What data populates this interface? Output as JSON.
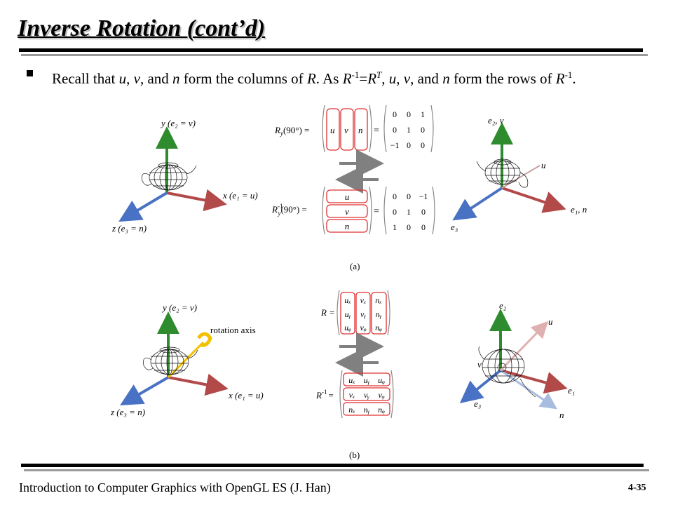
{
  "slide": {
    "title": "Inverse Rotation (cont’d)",
    "bullet": {
      "t1": "Recall that ",
      "u": "u",
      "c1": ", ",
      "v": "v",
      "c2": ", and ",
      "n": "n",
      "t2": " form the columns of ",
      "R": "R",
      "t3": ". As ",
      "R2": "R",
      "sup_inv": "-1",
      "eq": "=",
      "R3": "R",
      "sup_T": "T",
      "c3": ", ",
      "u2": "u",
      "c4": ", ",
      "v2": "v",
      "c5": ", and ",
      "n2": "n",
      "t4": " form the rows of ",
      "R4": "R",
      "sup_inv2": "-1",
      "end": "."
    }
  },
  "figure": {
    "a": {
      "caption": "(a)",
      "left_axes": {
        "y": "y (e₂ = v)",
        "x": "x (e₁ = u)",
        "z": "z (e₃ = n)"
      },
      "rot_lhs": "R",
      "rot_sub": "y",
      "rot_arg": "(90°) =",
      "inv_sup": "-1",
      "cols": [
        "u",
        "v",
        "n"
      ],
      "rows": [
        "u",
        "v",
        "n"
      ],
      "matrix_top": [
        [
          "0",
          "0",
          "1"
        ],
        [
          "0",
          "1",
          "0"
        ],
        [
          "−1",
          "0",
          "0"
        ]
      ],
      "matrix_bottom": [
        [
          "0",
          "0",
          "−1"
        ],
        [
          "0",
          "1",
          "0"
        ],
        [
          "1",
          "0",
          "0"
        ]
      ],
      "equals": "=",
      "right_axes": {
        "y": "e₂, v",
        "u": "u",
        "x": "e₁, n",
        "z": "e₃"
      }
    },
    "b": {
      "caption": "(b)",
      "left_axes": {
        "y": "y (e₂ = v)",
        "x": "x (e₁ = u)",
        "z": "z (e₃ = n)"
      },
      "rotation_axis_label": "rotation axis",
      "R_lhs": "R =",
      "Rinv_lhs": "R",
      "Rinv_sup": "-1",
      "equals": "=",
      "R_matrix": [
        [
          "uₓ",
          "vₓ",
          "nₓ"
        ],
        [
          "uᵧ",
          "vᵧ",
          "nᵧ"
        ],
        [
          "uᵩ",
          "vᵩ",
          "nᵩ"
        ]
      ],
      "Rinv_matrix": [
        [
          "uₓ",
          "uᵧ",
          "uᵩ"
        ],
        [
          "vₓ",
          "vᵧ",
          "vᵩ"
        ],
        [
          "nₓ",
          "nᵧ",
          "nᵩ"
        ]
      ],
      "right_axes": {
        "e2": "e₂",
        "u": "u",
        "v": "v",
        "e1": "e₁",
        "e3": "e₃",
        "n": "n"
      }
    }
  },
  "footer": {
    "left": "Introduction to Computer Graphics with OpenGL ES (J. Han)",
    "right": "4-35"
  },
  "colors": {
    "axis_green": "#2e8b2e",
    "axis_red": "#b24a4a",
    "axis_blue": "#4a72c4",
    "box_red": "#e03030",
    "arrow_gray": "#808080",
    "rotation_yellow": "#f2c200"
  }
}
